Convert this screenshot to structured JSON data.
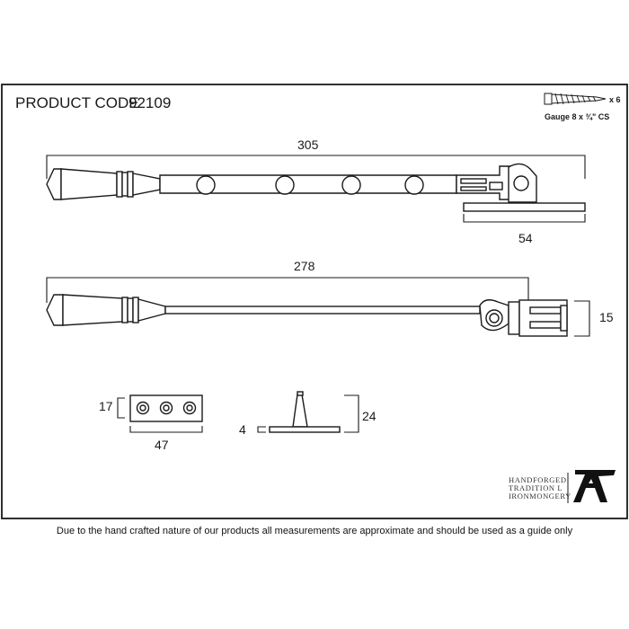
{
  "header": {
    "product_code_label": "PRODUCT CODE",
    "product_code_value": "92109"
  },
  "screw_note": {
    "quantity": "x 6",
    "gauge": "Gauge 8 x ¾\" CS"
  },
  "dimensions": {
    "stay_length": "305",
    "pin_plate_length": "54",
    "rod_length": "278",
    "hinge_height": "15",
    "plate_height": "17",
    "plate_width": "47",
    "pin_base": "4",
    "pin_height": "24"
  },
  "brand": {
    "line1": "HANDFORGED",
    "line2": "TRADITION L",
    "line3": "IRONMONGERY",
    "mark": "A"
  },
  "footer": {
    "note": "Due to the hand crafted nature of our products all measurements are approximate and should be used as a guide only"
  }
}
